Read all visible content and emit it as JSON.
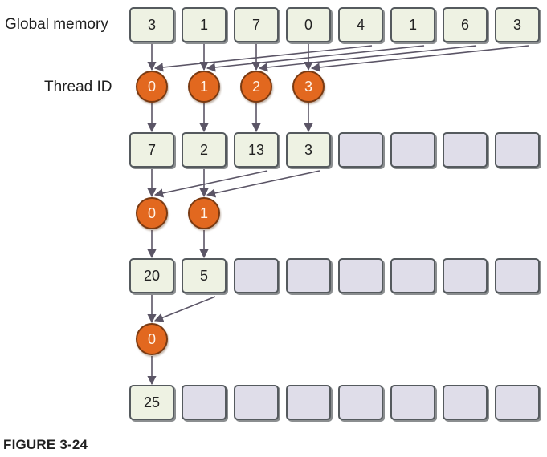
{
  "labels": {
    "global_memory": "Global memory",
    "thread_id": "Thread ID",
    "figure": "FIGURE 3-24"
  },
  "levels": [
    {
      "cells": [
        "3",
        "1",
        "7",
        "0",
        "4",
        "1",
        "6",
        "3"
      ],
      "threads": [
        "0",
        "1",
        "2",
        "3"
      ]
    },
    {
      "cells": [
        "7",
        "2",
        "13",
        "3",
        "",
        "",
        "",
        ""
      ],
      "threads": [
        "0",
        "1"
      ]
    },
    {
      "cells": [
        "20",
        "5",
        "",
        "",
        "",
        "",
        "",
        ""
      ],
      "threads": [
        "0"
      ]
    },
    {
      "cells": [
        "25",
        "",
        "",
        "",
        "",
        "",
        "",
        ""
      ],
      "threads": []
    }
  ],
  "colors": {
    "cell_fill": "#eef2e3",
    "empty_cell_fill": "#dfdde9",
    "thread_fill": "#e2681f",
    "arrow": "#5b5566"
  }
}
